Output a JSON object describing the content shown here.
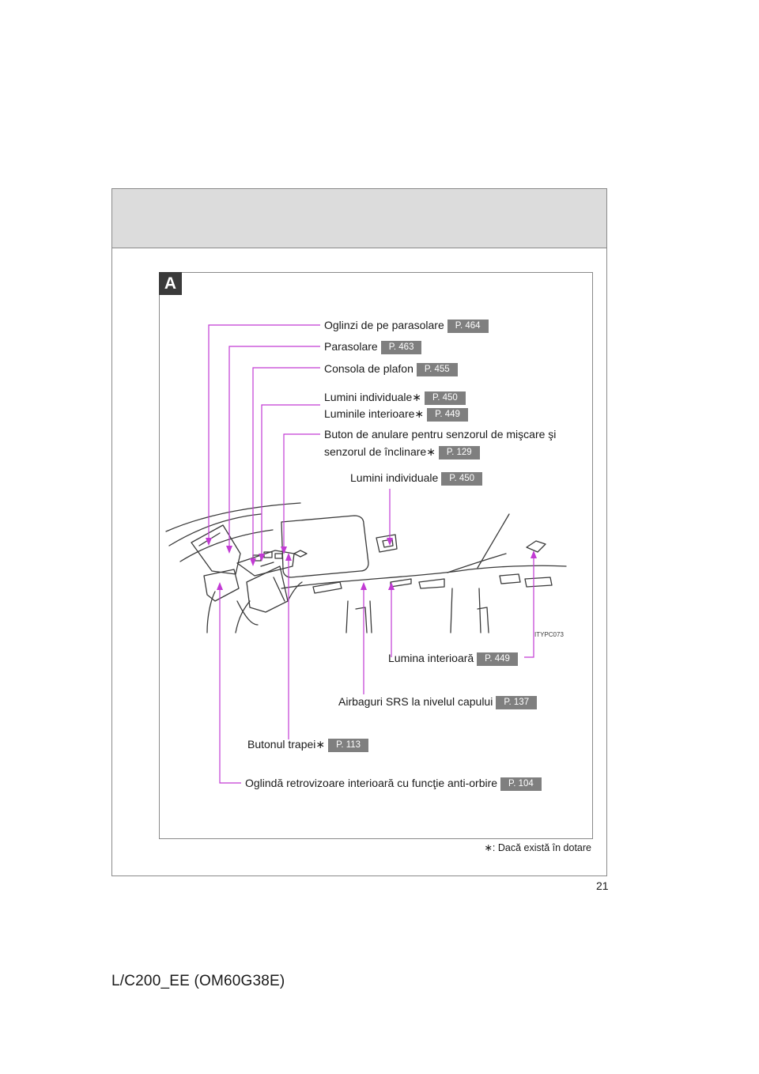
{
  "section_badge": "A",
  "callouts": {
    "oglinzi_parasolare": {
      "label": "Oglinzi de pe parasolare",
      "page": "P. 464"
    },
    "parasolare": {
      "label": "Parasolare",
      "page": "P. 463"
    },
    "consola": {
      "label": "Consola de plafon",
      "page": "P. 455"
    },
    "lumini_ind_1": {
      "label": "Lumini individuale",
      "page": "P. 450"
    },
    "luminile_int": {
      "label": "Luminile interioare",
      "page": "P. 449"
    },
    "buton_anulare": {
      "label_line1": "Buton de anulare pentru senzorul de mişcare şi",
      "label_line2": "senzorul de înclinare",
      "page": "P. 129"
    },
    "lumini_ind_2": {
      "label": "Lumini individuale",
      "page": "P. 450"
    },
    "lumina_int": {
      "label": "Lumina interioară",
      "page": "P. 449"
    },
    "airbaguri": {
      "label": "Airbaguri SRS la nivelul capului",
      "page": "P. 137"
    },
    "butonul_trapei": {
      "label": "Butonul trapei",
      "page": "P. 113"
    },
    "oglinda": {
      "label": "Oglindă retrovizoare interioară cu funcţie anti-orbire",
      "page": "P. 104"
    }
  },
  "asterisk": "∗",
  "image_code": "ITYPC073",
  "footnote": ": Dacă există în dotare",
  "page_number": "21",
  "doc_code": "L/C200_EE (OM60G38E)",
  "colors": {
    "leader": "#c23bd4",
    "page_badge": "#7f7f7f",
    "header_band": "#dcdcdc"
  }
}
